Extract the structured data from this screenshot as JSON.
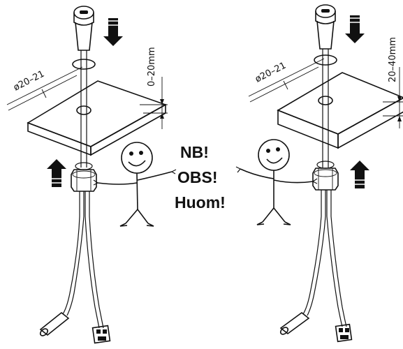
{
  "left_assembly": {
    "diameter_label": "ø20–21",
    "thickness_label": "0–20mm"
  },
  "right_assembly": {
    "diameter_label": "ø20–21",
    "thickness_label": "20–40mm"
  },
  "notice": {
    "line1": "NB!",
    "line2": "OBS!",
    "line3": "Huom!"
  },
  "colors": {
    "ink": "#111111",
    "background": "#ffffff"
  },
  "icons": [
    "arrow-down-icon",
    "arrow-up-icon",
    "stick-figure-icon",
    "connector-plug-icon",
    "sensor-probe-icon"
  ]
}
